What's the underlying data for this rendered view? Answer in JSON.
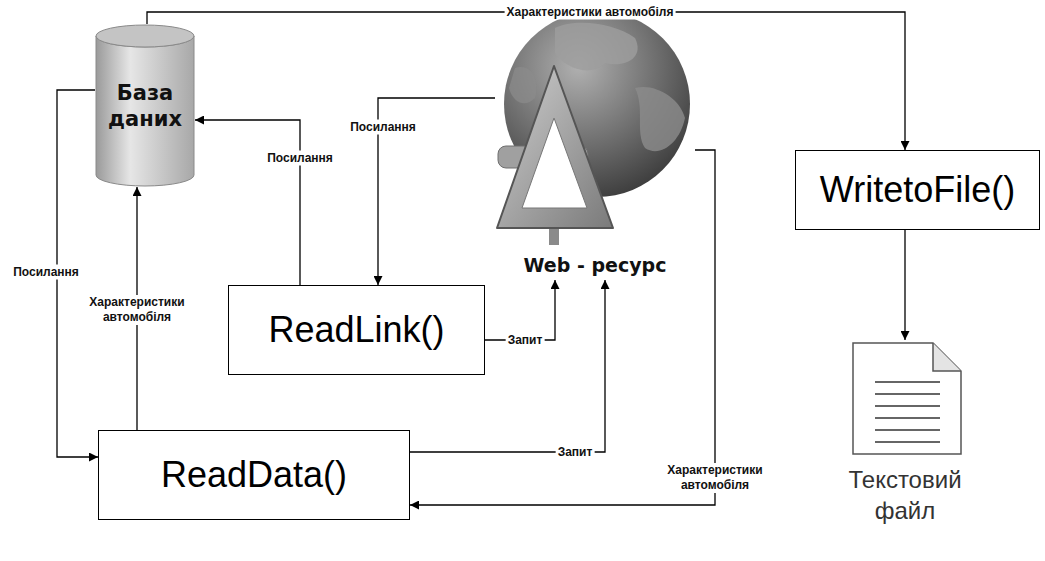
{
  "diagram": {
    "nodes": [
      {
        "text": [
          "База даних"
        ]
      },
      {
        "text": [
          "Web - ресурс"
        ]
      },
      {
        "text": [
          "WritetoFile()"
        ]
      },
      {
        "text": [
          "ReadLink()"
        ]
      },
      {
        "text": [
          "ReadData()"
        ]
      },
      {
        "text": [
          "Текстовий файл"
        ]
      }
    ],
    "edges": [
      {
        "from": 0,
        "to": 2,
        "label": "Характеристики автомобіля",
        "arrow": "to"
      },
      {
        "from": 1,
        "to": 3,
        "label": "Посилання",
        "arrow": "to"
      },
      {
        "from": 3,
        "to": 0,
        "label": "Посилання",
        "arrow": "to"
      },
      {
        "from": 0,
        "to": 4,
        "label": "Посилання",
        "arrow": "to"
      },
      {
        "from": 4,
        "to": 0,
        "label": "Характеристики автомобіля",
        "arrow": "to"
      },
      {
        "from": 3,
        "to": 1,
        "label": "Запит",
        "arrow": "to"
      },
      {
        "from": 4,
        "to": 1,
        "label": "Запит",
        "arrow": "to"
      },
      {
        "from": 1,
        "to": 4,
        "label": "Характеристики автомобіля",
        "arrow": "to"
      },
      {
        "from": 2,
        "to": 5,
        "arrow": "to"
      }
    ]
  }
}
